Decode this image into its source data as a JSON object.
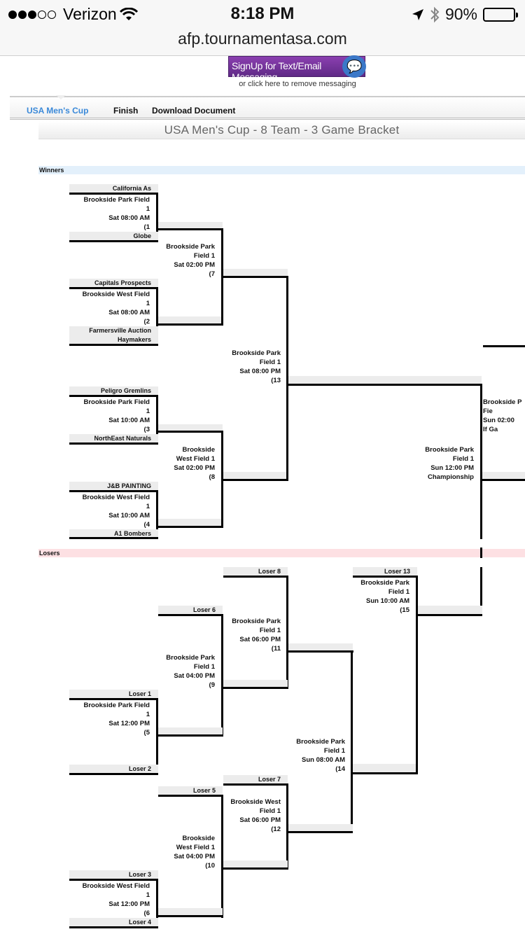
{
  "status": {
    "carrier": "Verizon",
    "time": "8:18 PM",
    "battery": "90%"
  },
  "browser": {
    "url": "afp.tournamentasa.com"
  },
  "messaging": {
    "signup_label": "SignUp for Text/Email Messaging",
    "remove_label": "or click here to remove messaging"
  },
  "nav": {
    "tabs": [
      "USA Men's Cup",
      "Finish",
      "Download Document"
    ]
  },
  "bracket": {
    "title": "USA Men's Cup - 8 Team - 3 Game Bracket",
    "winners_label": "Winners",
    "losers_label": "Losers",
    "teams": [
      "California As",
      "Globe",
      "Capitals Prospects",
      "Farmersville Auction Haymakers",
      "Peligro Gremlins",
      "NorthEast Naturals",
      "J&B PAINTING",
      "A1 Bombers"
    ],
    "games": {
      "g1": "Brookside Park Field\n1\nSat 08:00 AM\n(1",
      "g2": "Brookside West Field\n1\nSat 08:00 AM\n(2",
      "g3": "Brookside Park Field\n1\nSat 10:00 AM\n(3",
      "g4": "Brookside West Field\n1\nSat 10:00 AM\n(4",
      "g7": "Brookside Park\nField 1\nSat 02:00 PM\n(7",
      "g8": "Brookside\nWest Field 1\nSat 02:00 PM\n(8",
      "g13": "Brookside Park\nField 1\nSat 08:00 PM\n(13",
      "champ": "Brookside Park\nField 1\nSun 12:00 PM\nChampionship",
      "ifgame": "Brookside P\nFie\nSun 02:00\nIf Ga",
      "g5": "Brookside Park Field\n1\nSat 12:00 PM\n(5",
      "g6": "Brookside West Field\n1\nSat 12:00 PM\n(6",
      "g9": "Brookside Park\nField 1\nSat 04:00 PM\n(9",
      "g10": "Brookside\nWest Field 1\nSat 04:00 PM\n(10",
      "g11": "Brookside Park\nField 1\nSat 06:00 PM\n(11",
      "g12": "Brookside West\nField 1\nSat 06:00 PM\n(12",
      "g14": "Brookside Park\nField 1\nSun 08:00 AM\n(14",
      "g15": "Brookside Park\nField 1\nSun 10:00 AM\n(15"
    },
    "losers_slots": {
      "l1": "Loser 1",
      "l2": "Loser 2",
      "l3": "Loser 3",
      "l4": "Loser 4",
      "l5": "Loser 5",
      "l6": "Loser 6",
      "l7": "Loser 7",
      "l8": "Loser 8",
      "l13": "Loser 13"
    }
  }
}
